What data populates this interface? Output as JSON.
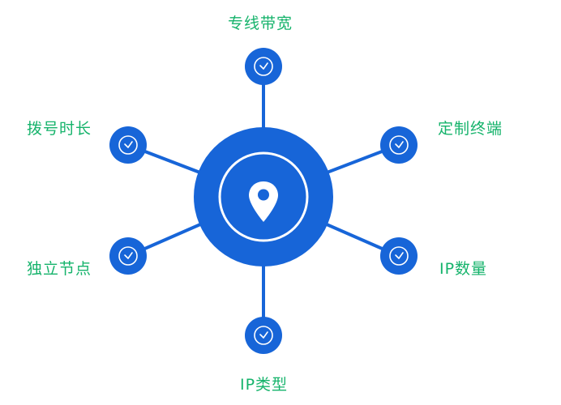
{
  "colors": {
    "primary": "#1765d8",
    "label": "#15b36b",
    "ring": "#ffffff"
  },
  "center": {
    "icon": "location-pin-icon"
  },
  "nodes": [
    {
      "key": "top",
      "label": "专线带宽",
      "icon": "clock-icon"
    },
    {
      "key": "upper-left",
      "label": "拨号时长",
      "icon": "clock-icon"
    },
    {
      "key": "upper-right",
      "label": "定制终端",
      "icon": "clock-icon"
    },
    {
      "key": "lower-left",
      "label": "独立节点",
      "icon": "clock-icon"
    },
    {
      "key": "lower-right",
      "label": "IP数量",
      "icon": "clock-icon"
    },
    {
      "key": "bottom",
      "label": "IP类型",
      "icon": "clock-icon"
    }
  ]
}
